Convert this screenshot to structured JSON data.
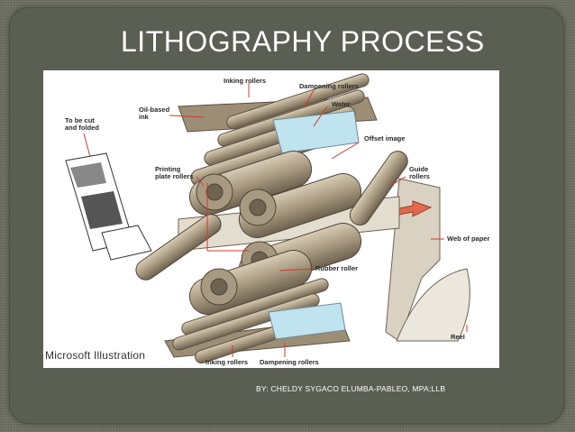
{
  "slide": {
    "title": "LITHOGRAPHY PROCESS",
    "byline": "BY: CHELDY SYGACO ELUMBA-PABLEO, MPA;LLB"
  },
  "figure": {
    "credit": "Microsoft Illustration",
    "labels": {
      "inking_rollers_top": "Inking rollers",
      "dampening_rollers_top": "Dampening rollers",
      "oil_based_ink": "Oil-based\nink",
      "water": "Water",
      "to_be_cut": "To be cut\nand folded",
      "offset_image": "Offset image",
      "printing_plate_rollers": "Printing\nplate rollers",
      "guide_rollers": "Guide\nrollers",
      "web_of_paper": "Web of paper",
      "rubber_roller": "Rubber roller",
      "reel": "Reel",
      "inking_rollers_bottom": "Inking rollers",
      "dampening_rollers_bottom": "Dampening rollers"
    }
  },
  "colors": {
    "roller": "#b9aa91",
    "roller_dark": "#6e6250",
    "leader": "#d23a2a",
    "arrow": "#e06a4e",
    "water": "#bfe3ef"
  }
}
